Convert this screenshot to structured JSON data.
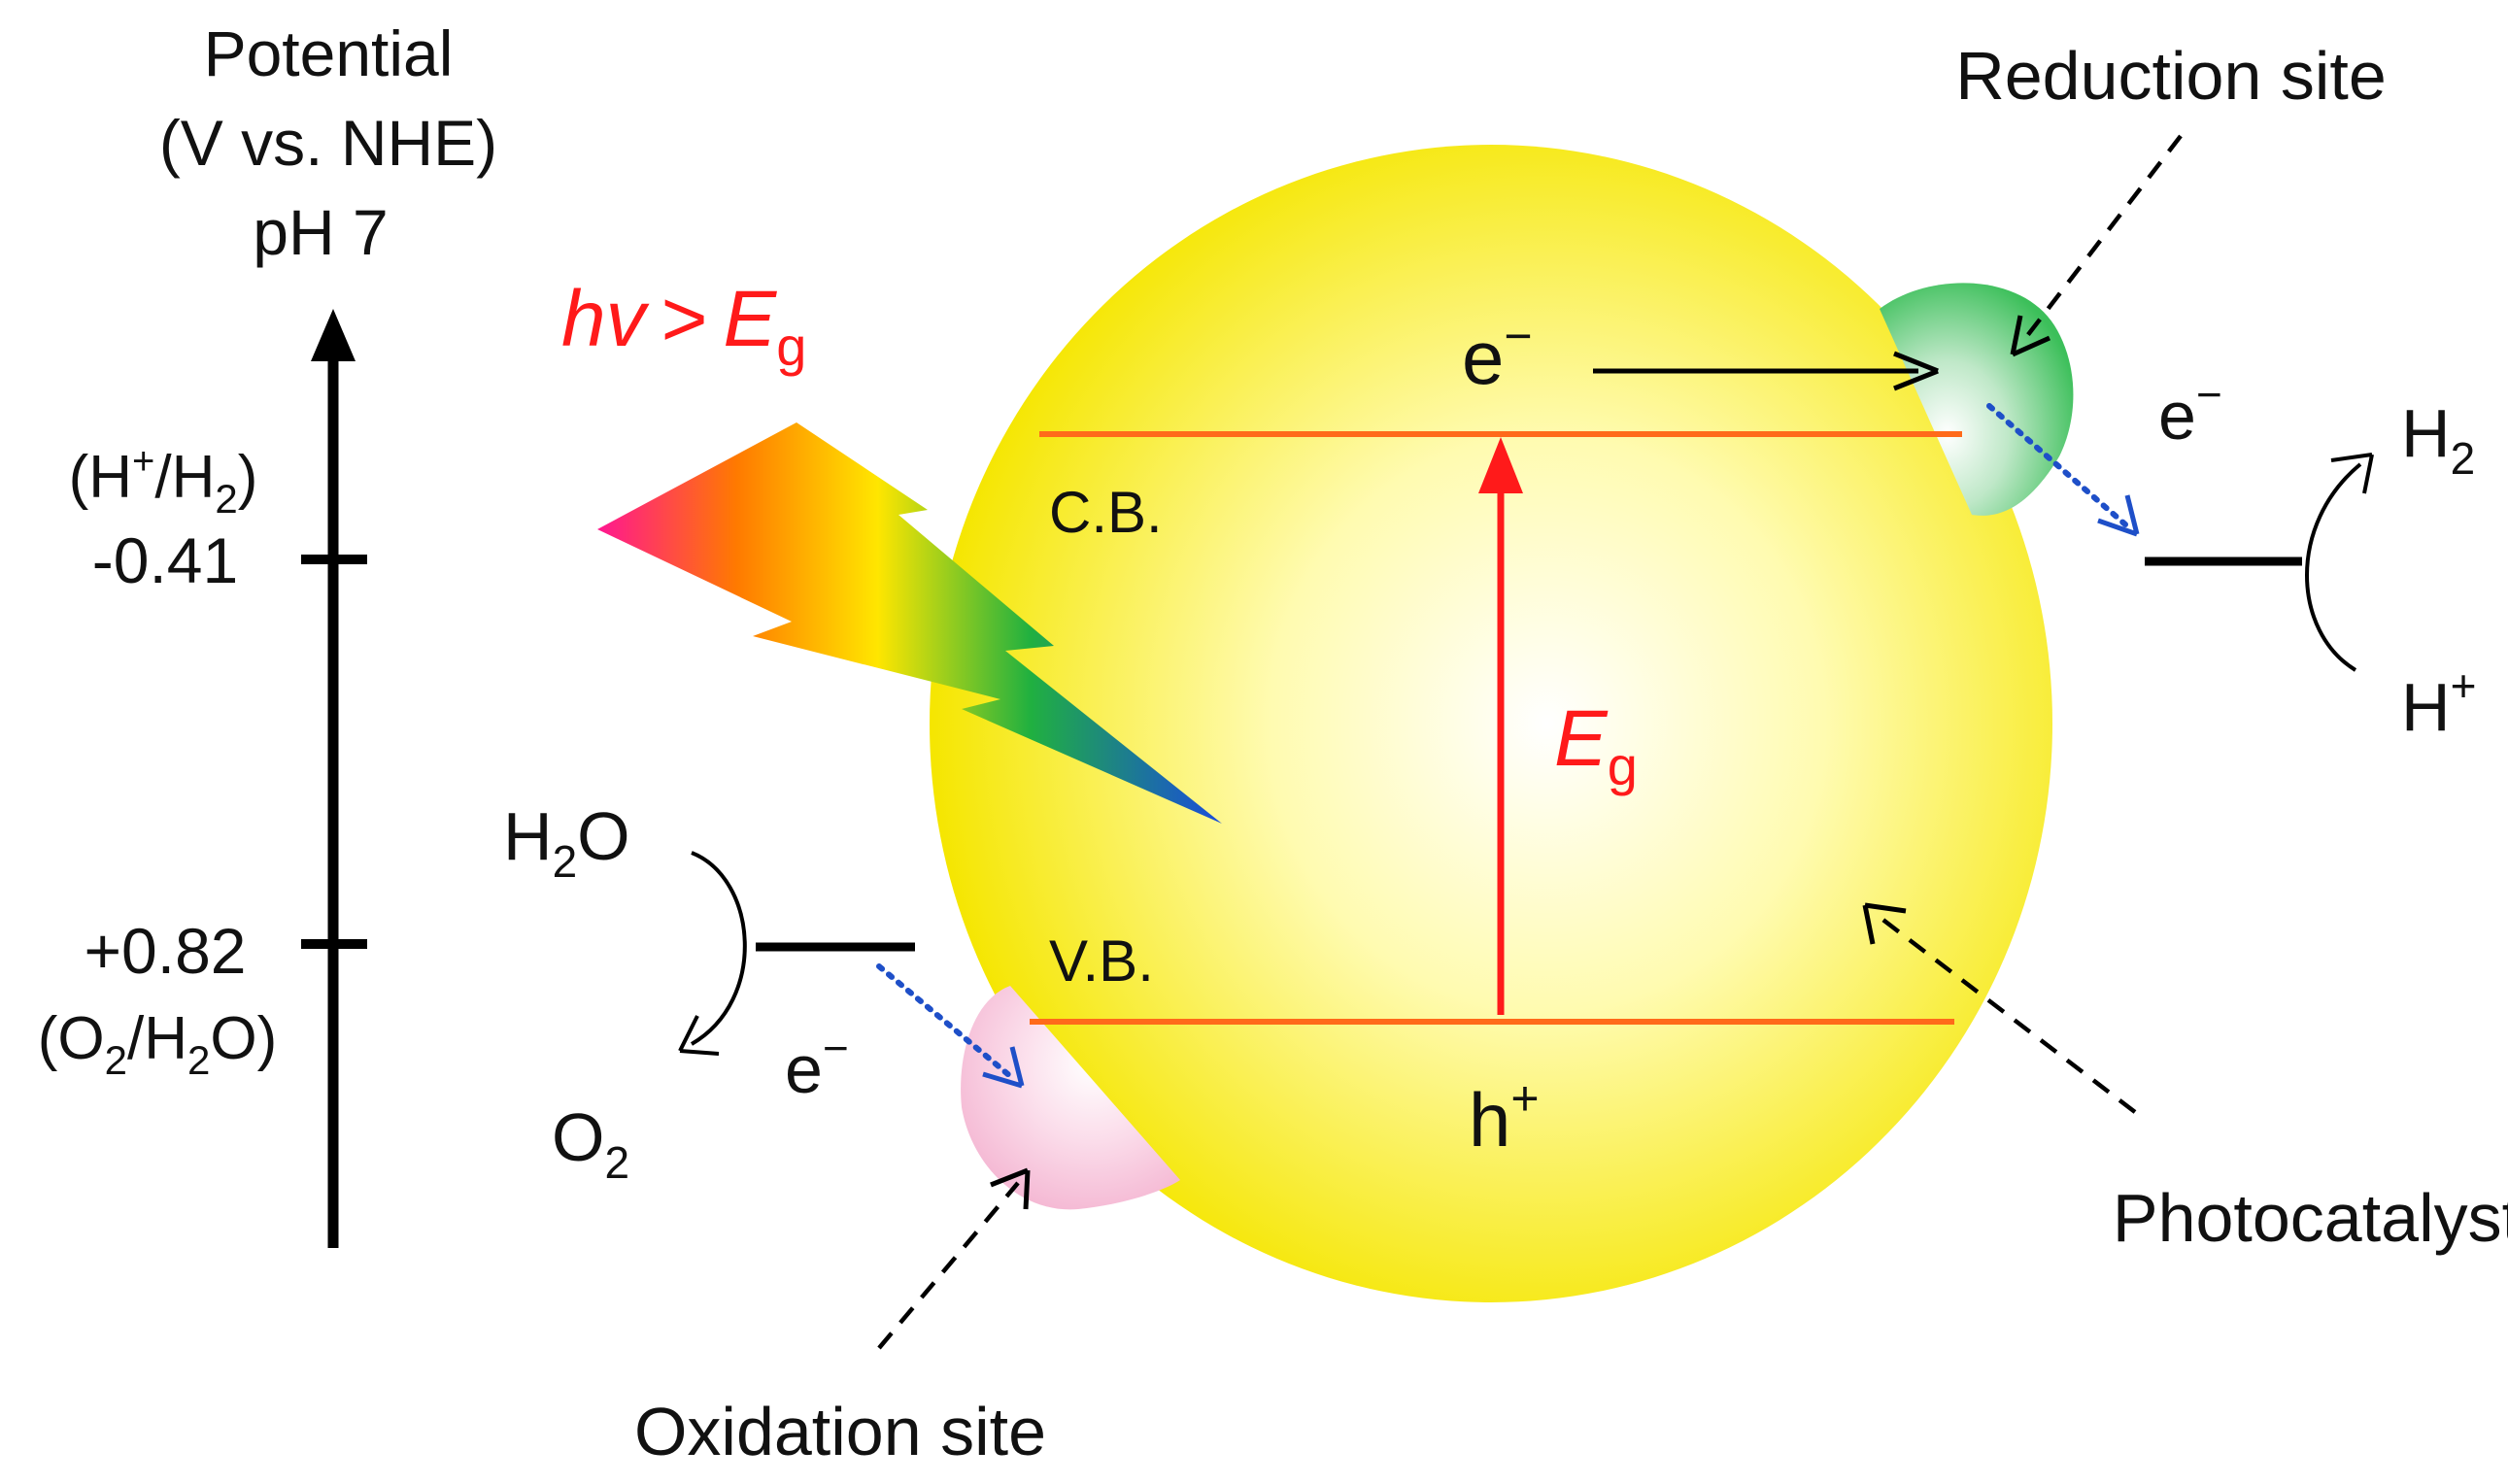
{
  "axis": {
    "title_line1": "Potential",
    "title_line2": "(V vs. NHE)",
    "title_line3": "pH 7",
    "tick_upper": {
      "couple_open": "(H",
      "couple_sup": "+",
      "couple_mid": "/H",
      "couple_sub": "2",
      "couple_close": ")",
      "value": "-0.41"
    },
    "tick_lower": {
      "value": "+0.82",
      "couple_open": "(O",
      "couple_sub1": "2",
      "couple_mid": "/H",
      "couple_sub2": "2",
      "couple_close": "O)"
    }
  },
  "light": {
    "hv": "hv",
    "gt": ">",
    "E": "E",
    "g": "g"
  },
  "particle": {
    "cb_label": "C.B.",
    "vb_label": "V.B.",
    "electron_base": "e",
    "electron_sup": "−",
    "hole_base": "h",
    "hole_sup": "+",
    "gap_E": "E",
    "gap_g": "g",
    "name": "Photocatalyst"
  },
  "reduction": {
    "site_label": "Reduction site",
    "electron_base": "e",
    "electron_sup": "−",
    "product_base": "H",
    "product_sub": "2",
    "reactant_base": "H",
    "reactant_sup": "+"
  },
  "oxidation": {
    "site_label": "Oxidation site",
    "electron_base": "e",
    "electron_sup": "−",
    "reactant_base": "H",
    "reactant_sub": "2",
    "reactant_end": "O",
    "product_base": "O",
    "product_sub": "2"
  },
  "colors": {
    "particle": "#f5e600",
    "band_line": "#ff6a1a",
    "gap_arrow": "#ff1a1a",
    "reduction_site": "#3cbf5a",
    "oxidation_site": "#f4b6d2",
    "electron_path": "#1e4fc8"
  }
}
